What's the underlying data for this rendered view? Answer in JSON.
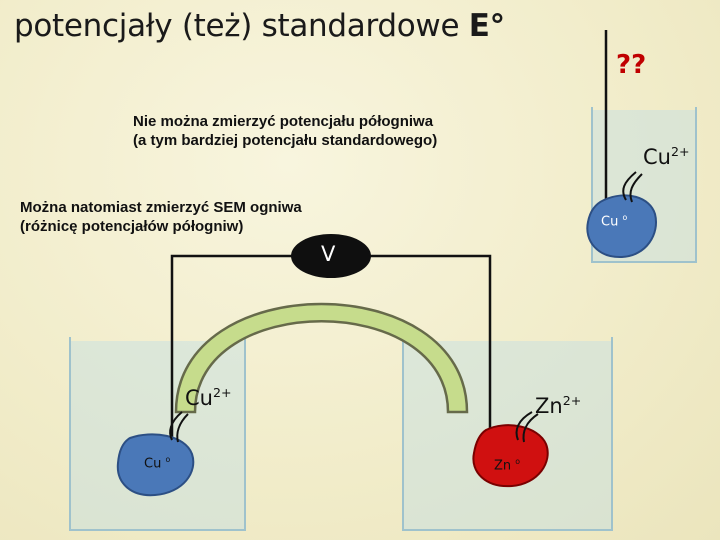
{
  "title": {
    "text": "potencjały (też) standardowe ",
    "symbol": "E°"
  },
  "question": "??",
  "notes": {
    "line1": "Nie można zmierzyć potencjału półogniwa",
    "line2": "(a tym bardziej potencjału standardowego)",
    "line3": "Można natomiast zmierzyć SEM ogniwa",
    "line4": "(różnicę potencjałów półogniw)"
  },
  "voltmeter": "V",
  "ions": {
    "cu_right": {
      "base": "Cu",
      "charge": "2+"
    },
    "cu_left": {
      "base": "Cu",
      "charge": "2+"
    },
    "zn": {
      "base": "Zn",
      "charge": "2+"
    }
  },
  "metals": {
    "cu_right": {
      "base": "Cu",
      "mark": "o"
    },
    "cu_left": {
      "base": "Cu",
      "mark": "o"
    },
    "zn": {
      "base": "Zn",
      "mark": "o"
    }
  },
  "colors": {
    "copper": "#4a78b8",
    "zinc": "#d01010",
    "bridge": "#c6dc8c",
    "beaker_water": "#bcd8e0",
    "title_accent": "#c00000"
  }
}
